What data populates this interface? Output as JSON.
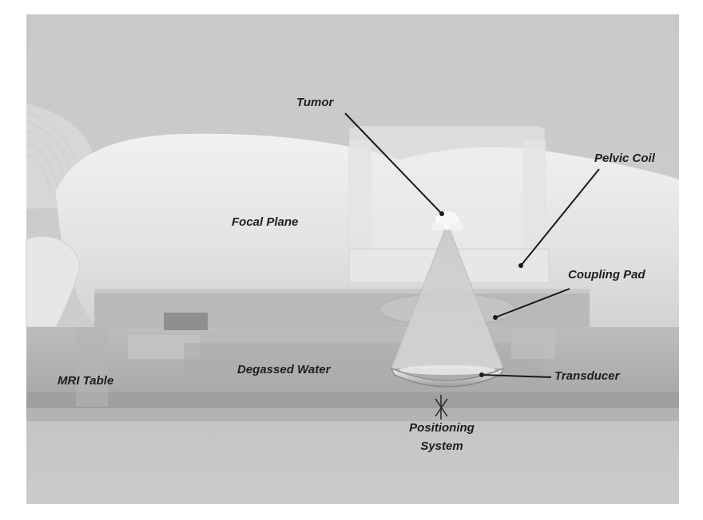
{
  "labels": {
    "tumor": "Tumor",
    "pelvic_coil": "Pelvic Coil",
    "focal_plane": "Focal Plane",
    "coupling_pad": "Coupling Pad",
    "mri_table": "MRI Table",
    "degassed_water": "Degassed Water",
    "transducer": "Transducer",
    "positioning_system_line1": "Positioning",
    "positioning_system_line2": "System"
  }
}
